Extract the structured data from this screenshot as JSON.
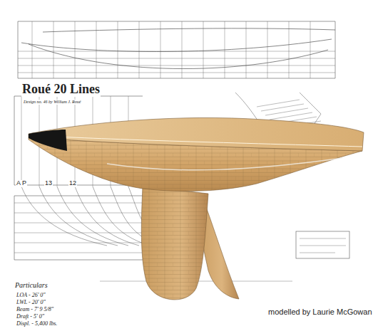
{
  "diagram": {
    "title": "Roué 20 Lines",
    "caption": "modelled by Laurie McGowan",
    "labels": [
      "Design no. 46 by William J. Roué",
      "A P",
      "13",
      "12",
      "Particulars",
      "LOA - 26' 0\"",
      "LWL - 20' 0\"",
      "Beam - 7' 9 5/8\"",
      "Draft - 5' 0\"",
      "Displ. - 5,400 lbs."
    ]
  }
}
